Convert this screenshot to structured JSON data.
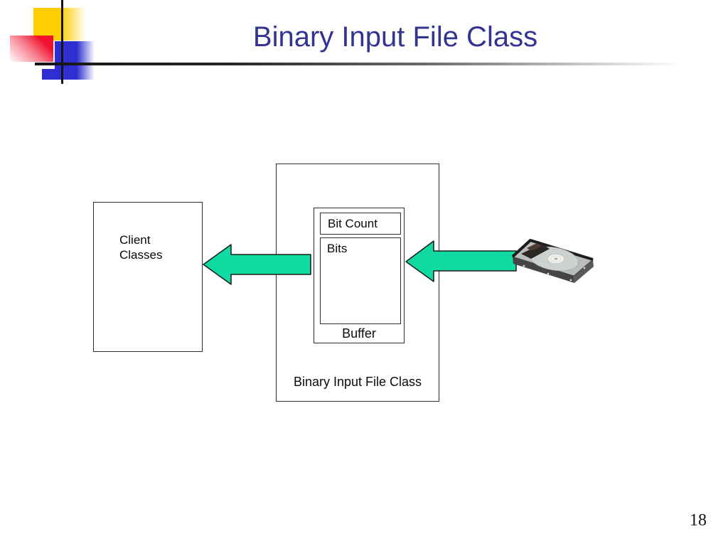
{
  "slide": {
    "title": "Binary Input File Class",
    "page_number": "18"
  },
  "diagram": {
    "client_box_label": "Client\nClasses",
    "class_box_label": "Binary Input File Class",
    "buffer_label": "Buffer",
    "bit_count_label": "Bit Count",
    "bits_label": "Bits"
  },
  "icons": {
    "flow_arrow": "left-pointing-block-arrow",
    "storage": "hard-disk"
  },
  "colors": {
    "title_text": "#333391",
    "arrow_fill": "#10d9a2",
    "arrow_stroke": "#1c1c1c",
    "box_border": "#2e2e2e",
    "accent_yellow": "#ffce00",
    "accent_red": "#f2102e",
    "accent_blue": "#2e2ed2"
  }
}
